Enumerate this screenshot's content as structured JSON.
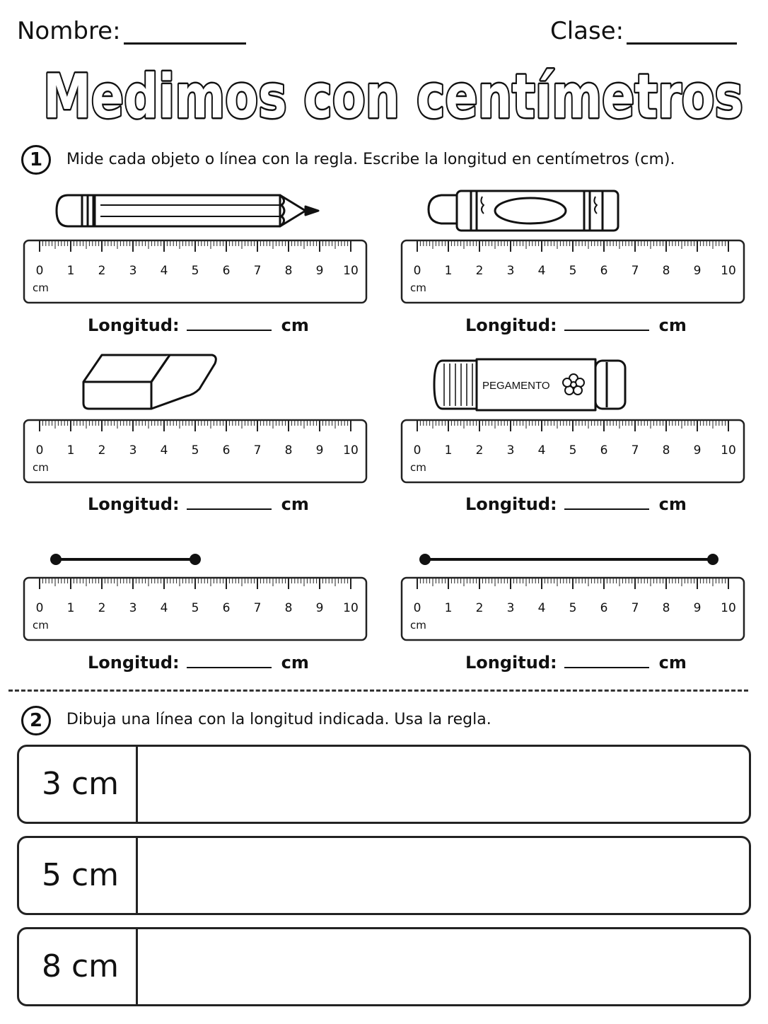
{
  "header": {
    "name_label": "Nombre:",
    "class_label": "Clase:"
  },
  "title": "Medimos con centímetros",
  "section1": {
    "number": "1",
    "instruction": "Mide cada objeto o línea con la regla. Escribe la longitud en centímetros (cm).",
    "ruler": {
      "ticks": [
        "0",
        "1",
        "2",
        "3",
        "4",
        "5",
        "6",
        "7",
        "8",
        "9",
        "10"
      ],
      "unit": "cm"
    },
    "answer_label": "Longitud:",
    "answer_unit": "cm",
    "items": [
      {
        "object": "pencil-icon"
      },
      {
        "object": "crayon-icon"
      },
      {
        "object": "eraser-icon"
      },
      {
        "object": "glue-stick-icon",
        "label": "PEGAMENTO"
      },
      {
        "object": "line-segment"
      },
      {
        "object": "line-segment"
      }
    ]
  },
  "section2": {
    "number": "2",
    "instruction": "Dibuja una línea con la longitud indicada. Usa la regla.",
    "rows": [
      {
        "label": "3 cm"
      },
      {
        "label": "5 cm"
      },
      {
        "label": "8 cm"
      }
    ]
  }
}
